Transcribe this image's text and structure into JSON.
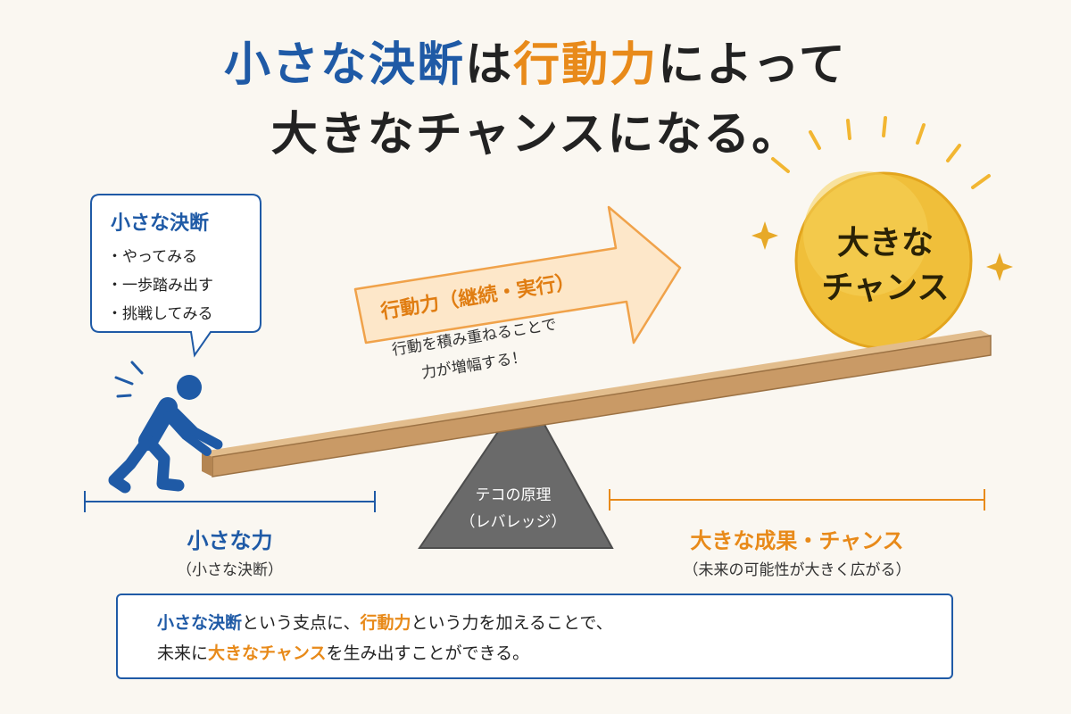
{
  "title": {
    "line1_a": "小さな決断",
    "line1_b": "は",
    "line1_c": "行動力",
    "line1_d": "によって",
    "line2": "大きなチャンスになる。"
  },
  "bubble": {
    "title": "小さな決断",
    "items": [
      "やってみる",
      "一歩踏み出す",
      "挑戦してみる"
    ]
  },
  "arrow": {
    "title": "行動力（継続・実行）",
    "line1": "行動を積み重ねることで",
    "line2": "力が増幅する！"
  },
  "sun": {
    "line1": "大きな",
    "line2": "チャンス"
  },
  "fulcrum": {
    "line1": "テコの原理",
    "line2": "（レバレッジ）"
  },
  "left_label": {
    "main": "小さな力",
    "sub": "（小さな決断）"
  },
  "right_label": {
    "main": "大きな成果・チャンス",
    "sub": "（未来の可能性が大きく広がる）"
  },
  "summary": {
    "l1_a": "小さな決断",
    "l1_b": "という支点に、",
    "l1_c": "行動力",
    "l1_d": "という力を加えることで、",
    "l2_a": "未来に",
    "l2_b": "大きなチャンス",
    "l2_c": "を生み出すことができる。"
  },
  "colors": {
    "blue": "#1f5aa6",
    "orange": "#e88a1a",
    "plank": "#c99a66",
    "sun": "#f0bf3a",
    "fulcrum": "#6a6a6a",
    "background": "#faf7f1"
  },
  "icons": [
    "person-pushing-icon",
    "sun-icon",
    "sparkle-icon",
    "speech-bubble-icon",
    "arrow-right-icon"
  ]
}
